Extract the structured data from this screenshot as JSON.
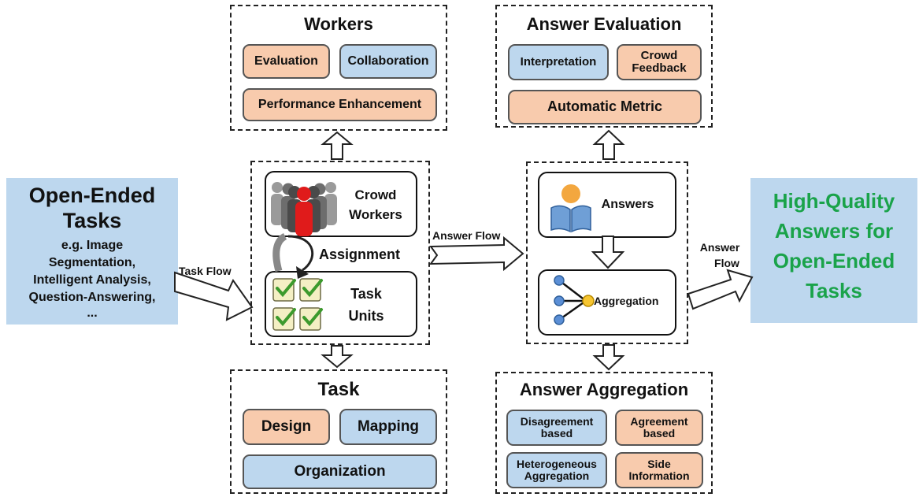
{
  "input_box": {
    "title": "Open-Ended Tasks",
    "examples": [
      "e.g. Image",
      "Segmentation,",
      "Intelligent Analysis,",
      "Question-Answering,",
      "..."
    ]
  },
  "output_box": {
    "text": [
      "High-Quality",
      "Answers for",
      "Open-Ended",
      "Tasks"
    ]
  },
  "flows": {
    "task_flow": "Task Flow",
    "answer_flow_mid": "Answer Flow",
    "answer_flow_right": [
      "Answer",
      "Flow"
    ]
  },
  "workers_panel": {
    "title": "Workers",
    "items": [
      "Evaluation",
      "Collaboration",
      "Performance Enhancement"
    ]
  },
  "task_panel": {
    "title": "Task",
    "items": [
      "Design",
      "Mapping",
      "Organization"
    ]
  },
  "answer_evaluation_panel": {
    "title": "Answer Evaluation",
    "items": [
      "Interpretation",
      "Crowd Feedback",
      "Automatic Metric"
    ]
  },
  "answer_aggregation_panel": {
    "title": "Answer Aggregation",
    "items": [
      "Disagreement based",
      "Agreement based",
      "Heterogeneous Aggregation",
      "Side Information"
    ]
  },
  "crowd_module": {
    "crowd_workers": [
      "Crowd",
      "Workers"
    ],
    "assignment": "Assignment",
    "task_units": [
      "Task",
      "Units"
    ]
  },
  "answer_module": {
    "answers": "Answers",
    "aggregation": "Aggregation"
  },
  "colors": {
    "orange": "#f8cbad",
    "blue": "#bdd7ee",
    "output_text": "#1aa34a",
    "red_worker": "#e01b1b"
  }
}
